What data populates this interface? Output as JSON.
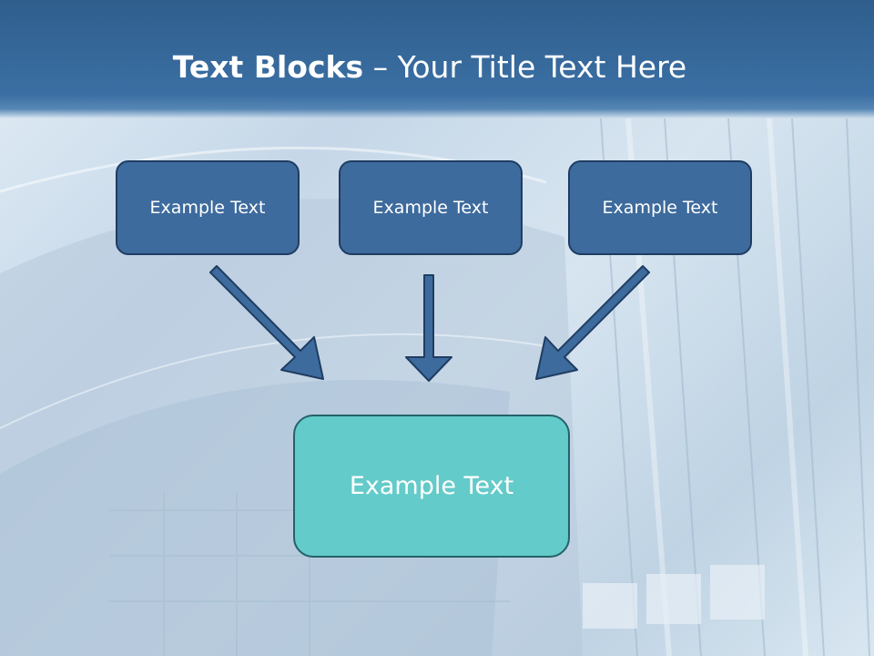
{
  "title": {
    "bold": "Text Blocks",
    "rest": " – Your Title Text Here"
  },
  "blocks": {
    "top": [
      "Example Text",
      "Example Text",
      "Example Text"
    ],
    "bottom": "Example Text"
  },
  "colors": {
    "title_bar": "#3b6fa3",
    "top_box_fill": "#3e6b9d",
    "top_box_border": "#1f3d62",
    "bottom_box_fill": "#63cbc9",
    "bottom_box_border": "#24626a",
    "arrow_fill": "#3e6b9d",
    "arrow_stroke": "#1f3d62"
  }
}
